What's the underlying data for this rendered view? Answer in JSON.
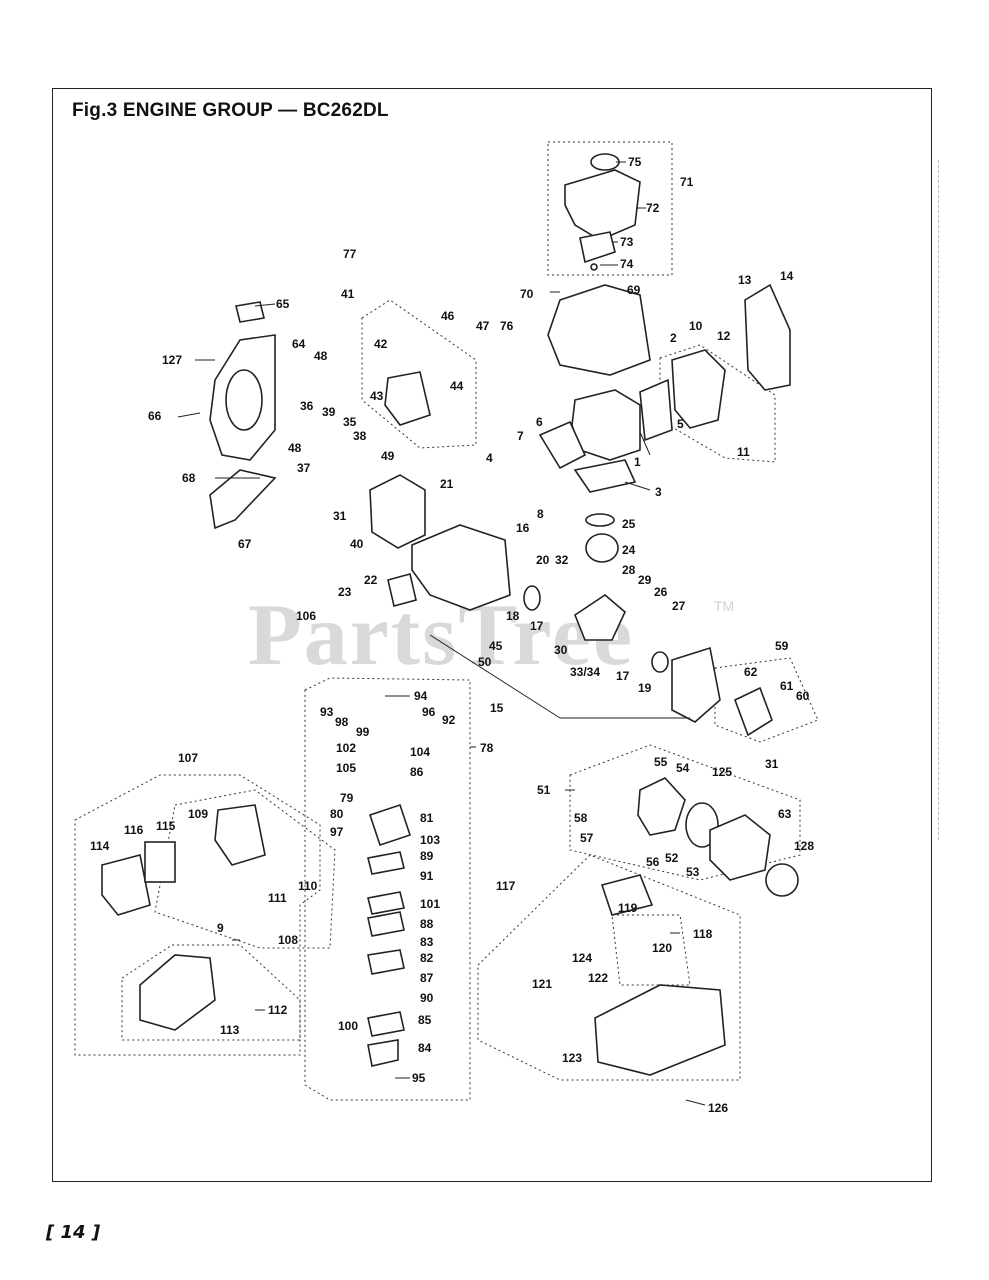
{
  "figure": {
    "title": "Fig.3  ENGINE GROUP — BC262DL"
  },
  "page": {
    "number": "14"
  },
  "watermark": {
    "text": "PartsTree",
    "tm": "TM"
  },
  "parts": [
    "1",
    "2",
    "3",
    "4",
    "5",
    "6",
    "7",
    "8",
    "9",
    "10",
    "11",
    "12",
    "13",
    "14",
    "15",
    "16",
    "17",
    "17",
    "18",
    "19",
    "20",
    "21",
    "22",
    "23",
    "24",
    "25",
    "26",
    "27",
    "28",
    "29",
    "30",
    "31",
    "31",
    "32",
    "33/34",
    "35",
    "36",
    "37",
    "38",
    "39",
    "40",
    "41",
    "42",
    "43",
    "44",
    "45",
    "46",
    "47",
    "48",
    "48",
    "49",
    "50",
    "51",
    "52",
    "53",
    "54",
    "55",
    "56",
    "57",
    "58",
    "59",
    "60",
    "61",
    "62",
    "63",
    "64",
    "65",
    "66",
    "67",
    "68",
    "69",
    "70",
    "71",
    "72",
    "73",
    "74",
    "75",
    "76",
    "77",
    "78",
    "79",
    "80",
    "81",
    "82",
    "83",
    "84",
    "85",
    "86",
    "87",
    "88",
    "89",
    "90",
    "91",
    "92",
    "93",
    "94",
    "95",
    "96",
    "97",
    "98",
    "99",
    "100",
    "101",
    "102",
    "103",
    "104",
    "105",
    "106",
    "107",
    "108",
    "109",
    "110",
    "111",
    "112",
    "113",
    "114",
    "115",
    "116",
    "117",
    "118",
    "119",
    "120",
    "121",
    "122",
    "123",
    "124",
    "125",
    "126",
    "127",
    "128"
  ]
}
